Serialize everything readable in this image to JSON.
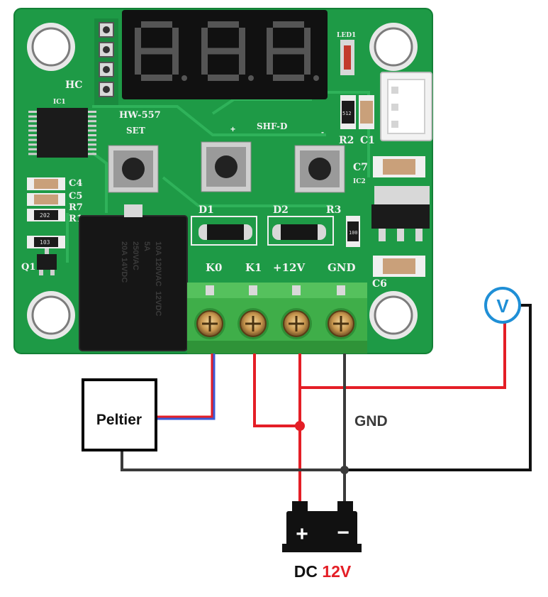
{
  "board": {
    "model": "HW-557",
    "brand": "HC",
    "ic_label": "IC1",
    "led_label": "LED1",
    "fw_label": "SHF-D",
    "buttons": [
      "SET",
      "+",
      "-"
    ],
    "comp_labels": {
      "c4": "C4",
      "c5": "C5",
      "r7": "R7",
      "r1": "R1",
      "q1": "Q1",
      "d1": "D1",
      "d2": "D2",
      "r3": "R3",
      "r2": "R2",
      "c1": "C1",
      "c7": "C7",
      "ic2": "IC2",
      "c6": "C6"
    },
    "resistor_codes": [
      "202",
      "103",
      "512",
      "100"
    ],
    "relay_text": [
      "10A 120VAC",
      "5A",
      "250VAC",
      "20A 14VDC",
      "12VDC"
    ],
    "terminals": [
      "K0",
      "K1",
      "+12V",
      "GND"
    ]
  },
  "load": {
    "label": "Peltier"
  },
  "voltmeter": {
    "symbol": "V"
  },
  "wire_labels": {
    "ground": "GND"
  },
  "supply": {
    "plus": "+",
    "minus": "−",
    "label_prefix": "DC",
    "label_value": "12V"
  },
  "colors": {
    "pcb": "#1e9a46",
    "pcb_dark": "#157a35",
    "terminal": "#3fae49",
    "positive_wire": "#e41e26",
    "ground_wire": "#3a3a3a",
    "load_wire": "#e41e26",
    "load_wire_core": "#3b5bd6",
    "voltmeter": "#1f8fd6",
    "display_digits": "#555555"
  }
}
